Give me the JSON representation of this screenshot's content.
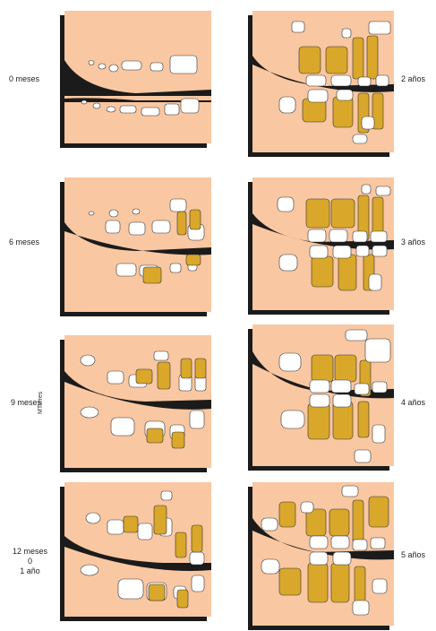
{
  "ages": {
    "m0": "0 meses",
    "m6": "6 meses",
    "m9": "9 meses",
    "m12": [
      "12 meses",
      "0",
      "1 año"
    ],
    "y2": "2 años",
    "y3": "3 años",
    "y4": "4 años",
    "y5": "5 años"
  },
  "credit": "MTorres",
  "colors": {
    "gum": "#f9c7a1",
    "bone_shadow": "#1b1b1b",
    "primary_tooth": "#ffffff",
    "erupting_tooth": "#d9a72a"
  }
}
